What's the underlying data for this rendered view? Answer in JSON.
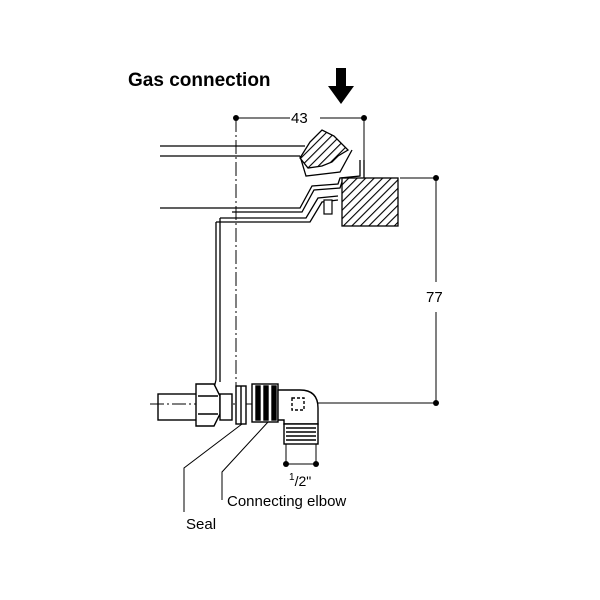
{
  "title": "Gas connection",
  "dimensions": {
    "width": "43",
    "height": "77",
    "thread_num": "1",
    "thread_rest": "/2\""
  },
  "labels": {
    "elbow": "Connecting elbow",
    "seal": "Seal"
  }
}
